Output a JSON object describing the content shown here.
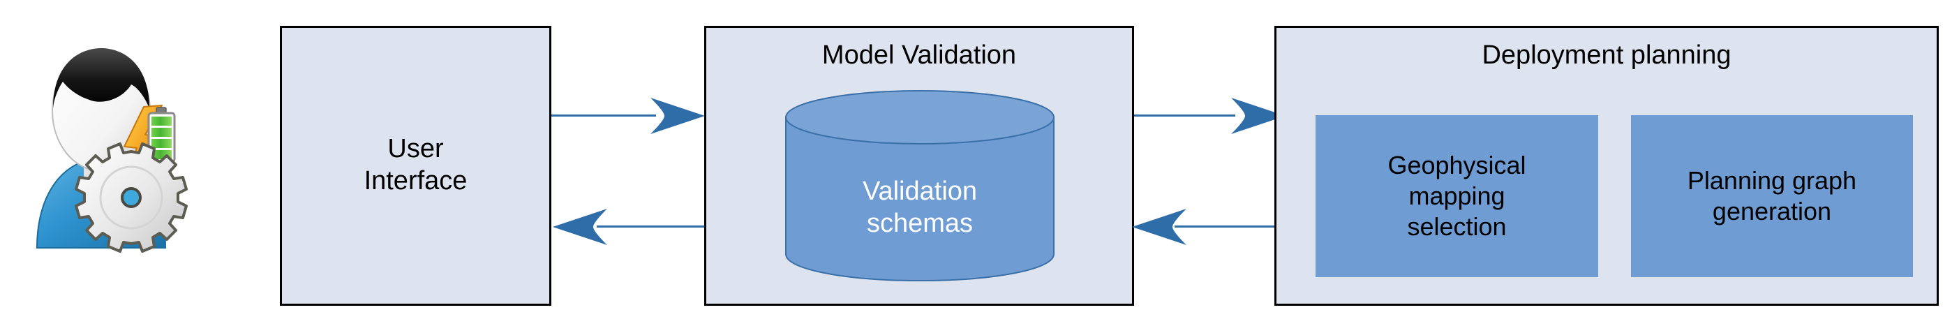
{
  "diagram": {
    "title_text": "",
    "colors": {
      "box_fill": "#dde4ef",
      "box_border": "#000000",
      "accent_blue": "#2e6da8",
      "subbox_fill": "#6f9cd2",
      "cylinder_fill": "#6f9cd2",
      "cylinder_stroke": "#3a6fa8",
      "canvas_background": "#ffffff",
      "label_white": "#ffffff"
    },
    "actor": {
      "name": "user-admin-avatar",
      "icon": "user-gear-battery-icon",
      "parts": [
        "person-icon",
        "gear-icon",
        "lightning-bolt-icon",
        "battery-icon"
      ],
      "battery_segments": 4
    },
    "nodes": [
      {
        "id": "user-interface",
        "title": "",
        "center_label_lines": [
          "User",
          "Interface"
        ]
      },
      {
        "id": "model-validation",
        "title": "Model Validation",
        "datastore": {
          "id": "validation-schemas",
          "label_lines": [
            "Validation",
            "schemas"
          ]
        }
      },
      {
        "id": "deployment-planning",
        "title": "Deployment planning",
        "subnodes": [
          {
            "id": "geophysical-mapping-selection",
            "label_lines": [
              "Geophysical",
              "mapping",
              "selection"
            ]
          },
          {
            "id": "planning-graph-generation",
            "label_lines": [
              "Planning graph",
              "generation"
            ]
          }
        ]
      }
    ],
    "connectors": [
      {
        "id": "ui-to-model",
        "from": "user-interface",
        "to": "model-validation",
        "direction": "right"
      },
      {
        "id": "model-to-ui",
        "from": "model-validation",
        "to": "user-interface",
        "direction": "left"
      },
      {
        "id": "model-to-deployment",
        "from": "model-validation",
        "to": "deployment-planning",
        "direction": "right"
      },
      {
        "id": "deployment-to-model",
        "from": "deployment-planning",
        "to": "model-validation",
        "direction": "left"
      }
    ]
  }
}
